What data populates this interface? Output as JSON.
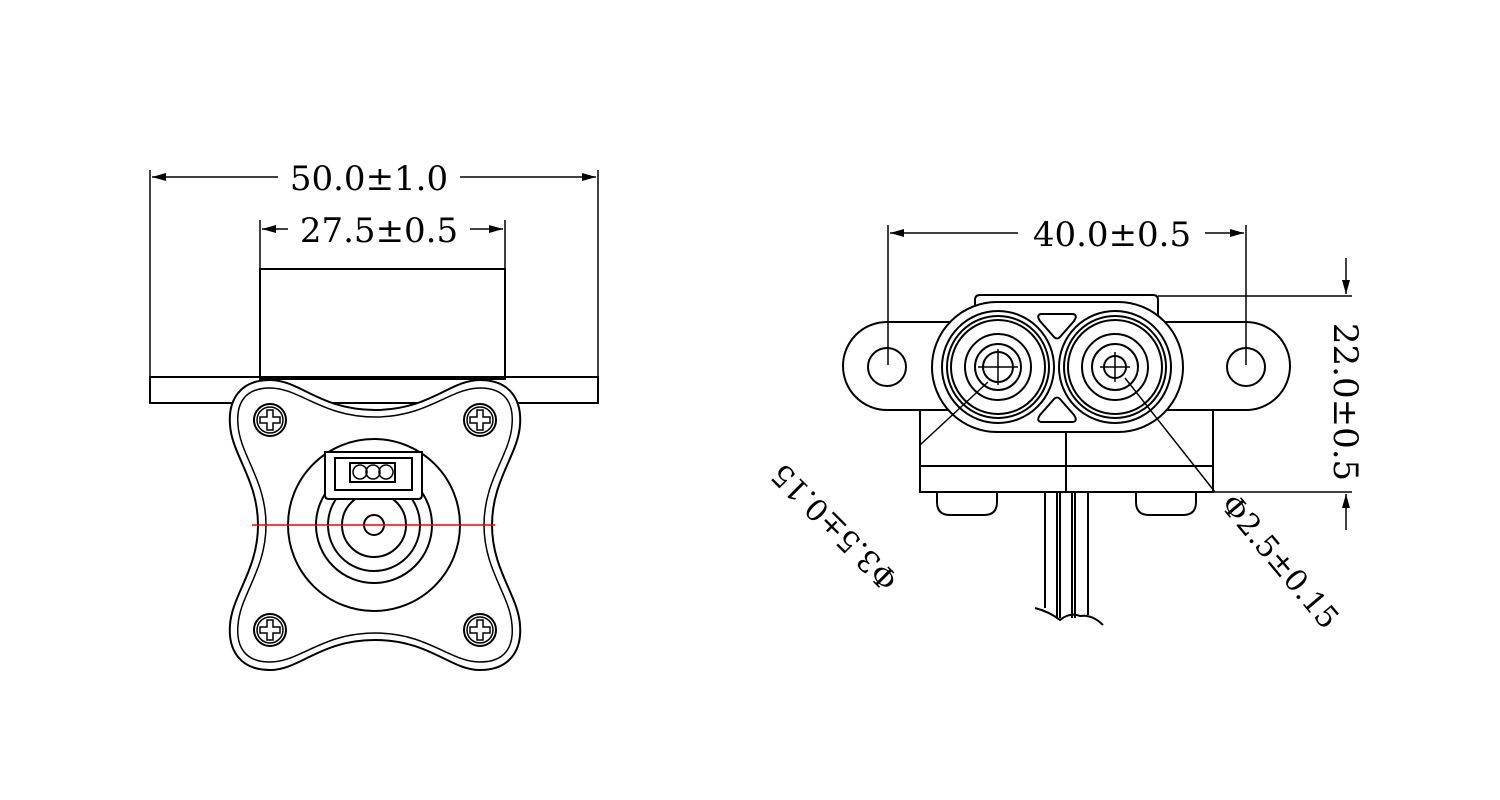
{
  "front_view": {
    "overall_width": "50.0±1.0",
    "body_width": "27.5±0.5"
  },
  "side_view": {
    "hole_spacing": "40.0±0.5",
    "height": "22.0±0.5",
    "left_port_diameter": "Φ3.5±0.15",
    "right_port_diameter": "Φ2.5±0.15"
  },
  "colors": {
    "line": "#000000",
    "centerline": "#ff0000"
  }
}
